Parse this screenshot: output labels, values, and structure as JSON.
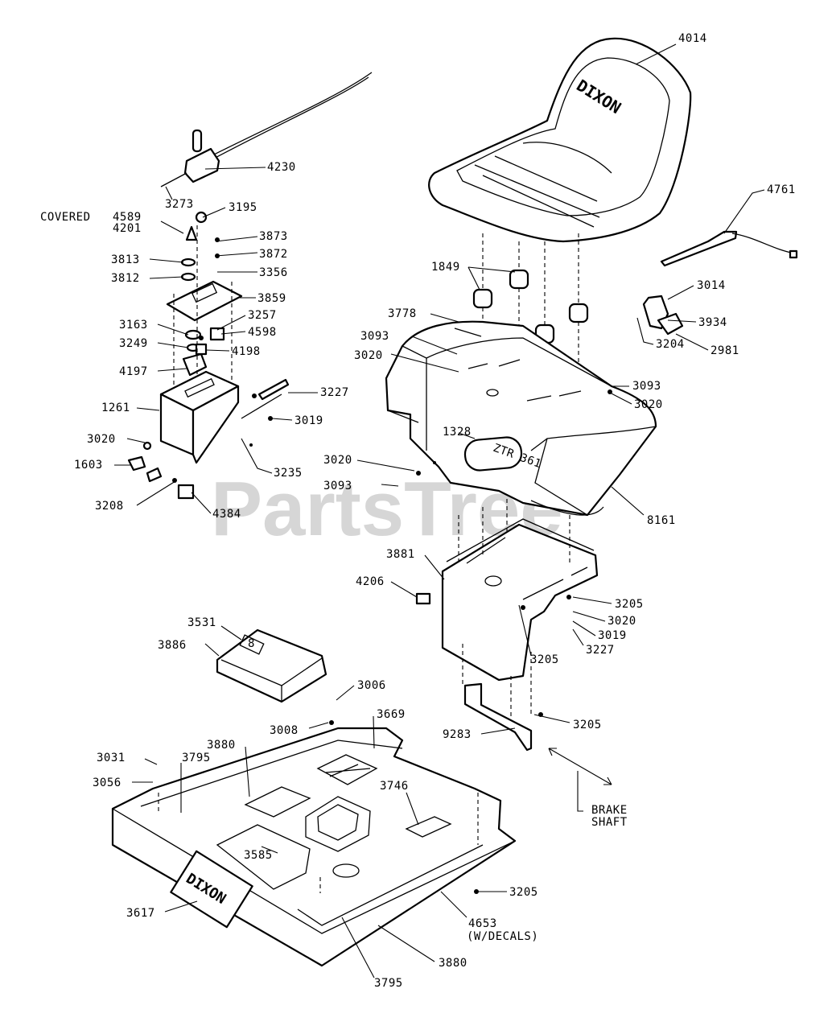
{
  "watermark": "PartsTree",
  "seat_logo": "DIXON",
  "frame_logo": "DIXON",
  "decal_1328": "ZTR 361",
  "decal_3531": "8",
  "callouts": [
    "4014",
    "4230",
    "3273",
    "COVERED",
    "4589",
    "4201",
    "3195",
    "3873",
    "3872",
    "3813",
    "3812",
    "3356",
    "3859",
    "3257",
    "3163",
    "4598",
    "3249",
    "4198",
    "4197",
    "3227",
    "1261",
    "3019",
    "3020",
    "1603",
    "3235",
    "3208",
    "4384",
    "4761",
    "3014",
    "3934",
    "3204",
    "2981",
    "1849",
    "3778",
    "3093",
    "3020",
    "3093",
    "3020",
    "1328",
    "3020",
    "3093",
    "8161",
    "3881",
    "4206",
    "3205",
    "3020",
    "3019",
    "3227",
    "3205",
    "3531",
    "3886",
    "3006",
    "3669",
    "3008",
    "3880",
    "3031",
    "3795",
    "3056",
    "9283",
    "3205",
    "3746",
    "3585",
    "3617",
    "3205",
    "4653",
    "(W/DECALS)",
    "3880",
    "3795",
    "BRAKE",
    "SHAFT"
  ]
}
